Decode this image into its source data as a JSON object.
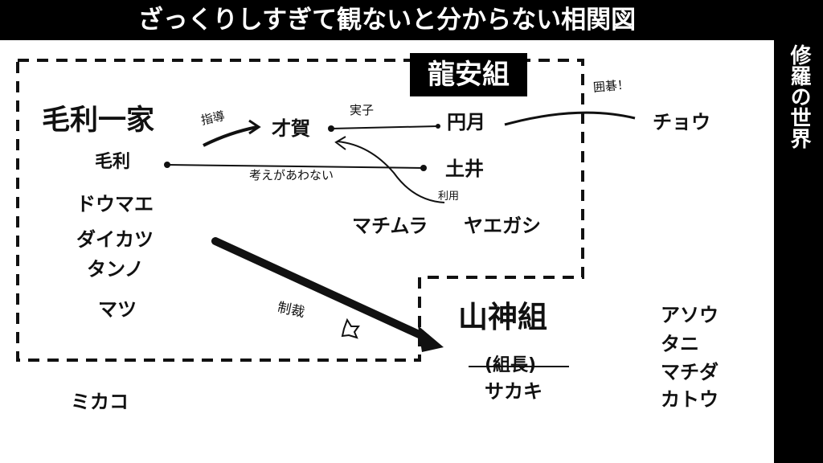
{
  "title": "ざっくりしすぎて観ないと分からない相関図",
  "side_label": "修羅の世界",
  "group_label": "龍安組",
  "nodes": {
    "mouri_family": "毛利一家",
    "saiga": "才賀",
    "engetsu": "円月",
    "chou": "チョウ",
    "mouri": "毛利",
    "doi": "土井",
    "doumae": "ドウマエ",
    "daikatsu": "ダイカツ",
    "tanno": "タンノ",
    "matsu": "マツ",
    "machimura": "マチムラ",
    "yaegashi": "ヤエガシ",
    "yamagami": "山神組",
    "kumicho": "(組長)",
    "sakaki": "サカキ",
    "mikako": "ミカコ",
    "asou": "アソウ",
    "tani": "タニ",
    "machida": "マチダ",
    "katou": "カトウ"
  },
  "edges": {
    "shidou": "指導",
    "jisshi": "実子",
    "igo": "囲碁！",
    "kangae": "考えがあわない",
    "riyou": "利用",
    "seisai": "制裁"
  }
}
